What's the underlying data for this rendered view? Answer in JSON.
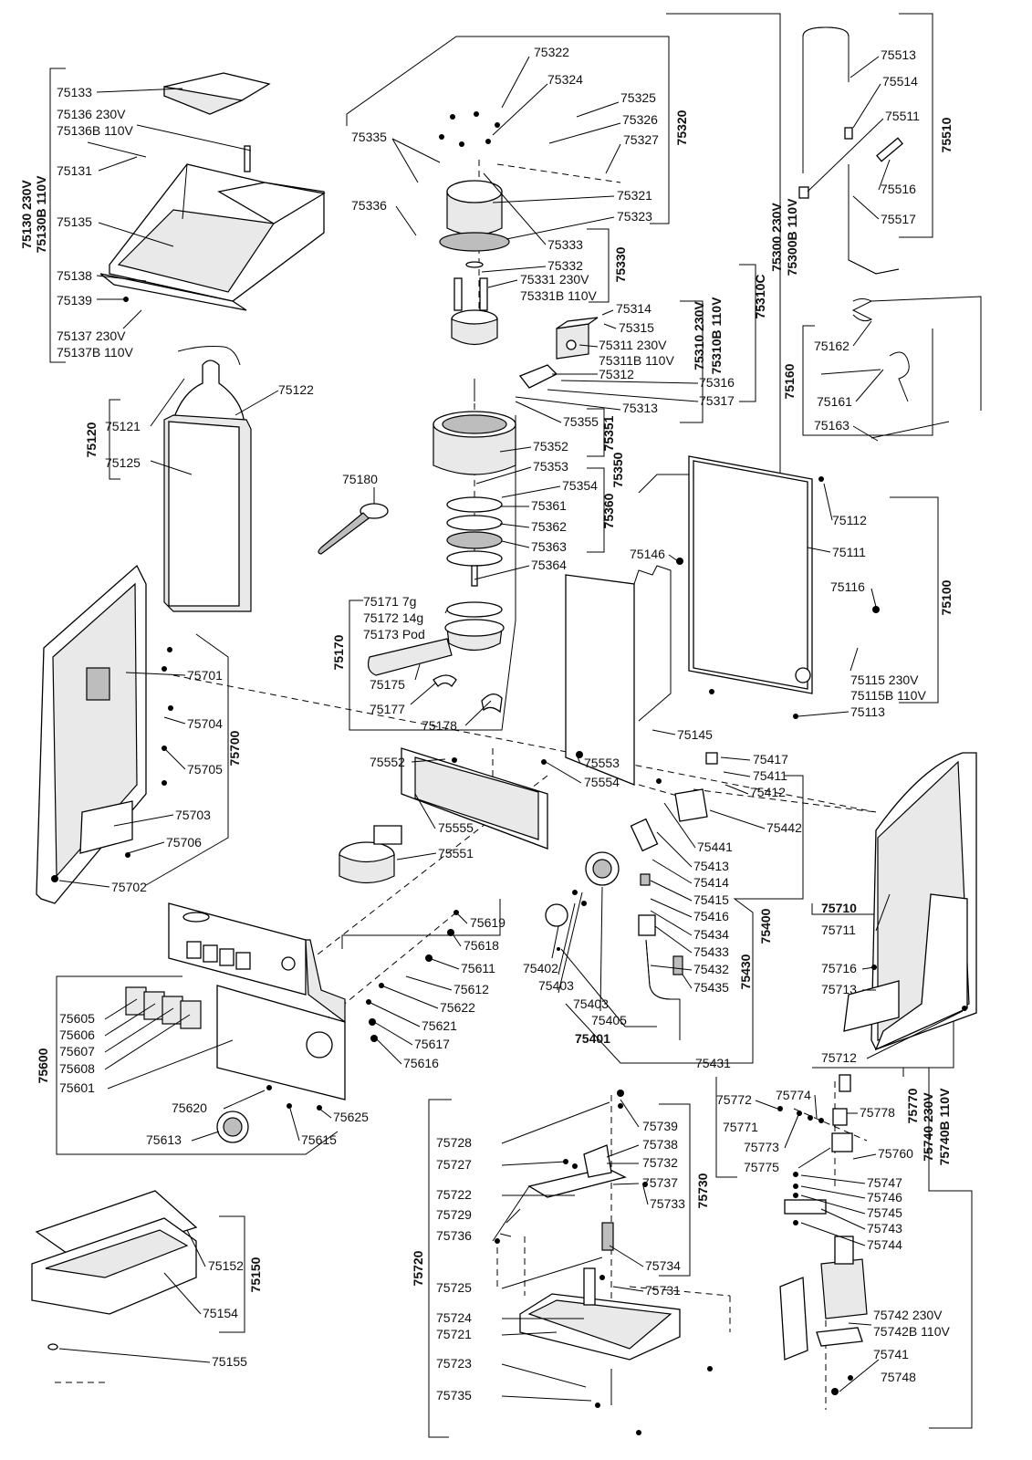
{
  "labels": [
    {
      "id": "75133",
      "text": "75133"
    },
    {
      "id": "75136",
      "text": "75136 230V"
    },
    {
      "id": "75136B",
      "text": "75136B 110V"
    },
    {
      "id": "75131",
      "text": "75131"
    },
    {
      "id": "75135",
      "text": "75135"
    },
    {
      "id": "75138",
      "text": "75138"
    },
    {
      "id": "75139",
      "text": "75139"
    },
    {
      "id": "75137",
      "text": "75137 230V"
    },
    {
      "id": "75137B",
      "text": "75137B 110V"
    },
    {
      "id": "75121",
      "text": "75121"
    },
    {
      "id": "75122",
      "text": "75122"
    },
    {
      "id": "75125",
      "text": "75125"
    },
    {
      "id": "75180",
      "text": "75180"
    },
    {
      "id": "75701",
      "text": "75701"
    },
    {
      "id": "75704",
      "text": "75704"
    },
    {
      "id": "75705",
      "text": "75705"
    },
    {
      "id": "75703",
      "text": "75703"
    },
    {
      "id": "75706",
      "text": "75706"
    },
    {
      "id": "75702",
      "text": "75702"
    },
    {
      "id": "75322",
      "text": "75322"
    },
    {
      "id": "75324",
      "text": "75324"
    },
    {
      "id": "75325",
      "text": "75325"
    },
    {
      "id": "75326",
      "text": "75326"
    },
    {
      "id": "75335",
      "text": "75335"
    },
    {
      "id": "75327",
      "text": "75327"
    },
    {
      "id": "75336",
      "text": "75336"
    },
    {
      "id": "75321",
      "text": "75321"
    },
    {
      "id": "75323",
      "text": "75323"
    },
    {
      "id": "75333",
      "text": "75333"
    },
    {
      "id": "75332",
      "text": "75332"
    },
    {
      "id": "75331",
      "text": "75331  230V"
    },
    {
      "id": "75331B",
      "text": "75331B 110V"
    },
    {
      "id": "75314",
      "text": "75314"
    },
    {
      "id": "75315",
      "text": "75315"
    },
    {
      "id": "75311",
      "text": "75311 230V"
    },
    {
      "id": "75311B",
      "text": "75311B 110V"
    },
    {
      "id": "75312",
      "text": "75312"
    },
    {
      "id": "75316",
      "text": "75316"
    },
    {
      "id": "75317",
      "text": "75317"
    },
    {
      "id": "75313",
      "text": "75313"
    },
    {
      "id": "75355",
      "text": "75355"
    },
    {
      "id": "75352",
      "text": "75352"
    },
    {
      "id": "75353",
      "text": "75353"
    },
    {
      "id": "75354",
      "text": "75354"
    },
    {
      "id": "75361",
      "text": "75361"
    },
    {
      "id": "75362",
      "text": "75362"
    },
    {
      "id": "75363",
      "text": "75363"
    },
    {
      "id": "75364",
      "text": "75364"
    },
    {
      "id": "75171",
      "text": "75171 7g"
    },
    {
      "id": "75172",
      "text": "75172 14g"
    },
    {
      "id": "75173",
      "text": "75173 Pod"
    },
    {
      "id": "75175",
      "text": "75175"
    },
    {
      "id": "75177",
      "text": "75177"
    },
    {
      "id": "75178",
      "text": "75178"
    },
    {
      "id": "75552",
      "text": "75552"
    },
    {
      "id": "75553",
      "text": "75553"
    },
    {
      "id": "75554",
      "text": "75554"
    },
    {
      "id": "75555",
      "text": "75555"
    },
    {
      "id": "75551",
      "text": "75551"
    },
    {
      "id": "75513",
      "text": "75513"
    },
    {
      "id": "75514",
      "text": "75514"
    },
    {
      "id": "75511",
      "text": "75511"
    },
    {
      "id": "75516",
      "text": "75516"
    },
    {
      "id": "75517",
      "text": "75517"
    },
    {
      "id": "75162",
      "text": "75162"
    },
    {
      "id": "75161",
      "text": "75161"
    },
    {
      "id": "75163",
      "text": "75163"
    },
    {
      "id": "75112",
      "text": "75112"
    },
    {
      "id": "75111",
      "text": "75111"
    },
    {
      "id": "75146",
      "text": "75146"
    },
    {
      "id": "75116",
      "text": "75116"
    },
    {
      "id": "75115",
      "text": "75115 230V"
    },
    {
      "id": "75115B",
      "text": "75115B 110V"
    },
    {
      "id": "75113",
      "text": "75113"
    },
    {
      "id": "75145",
      "text": "75145"
    },
    {
      "id": "75417",
      "text": "75417"
    },
    {
      "id": "75411",
      "text": "75411"
    },
    {
      "id": "75412",
      "text": "75412"
    },
    {
      "id": "75442",
      "text": "75442"
    },
    {
      "id": "75441",
      "text": "75441"
    },
    {
      "id": "75413",
      "text": "75413"
    },
    {
      "id": "75414",
      "text": "75414"
    },
    {
      "id": "75415",
      "text": "75415"
    },
    {
      "id": "75416",
      "text": "75416"
    },
    {
      "id": "75434",
      "text": "75434"
    },
    {
      "id": "75433",
      "text": "75433"
    },
    {
      "id": "75432",
      "text": "75432"
    },
    {
      "id": "75435",
      "text": "75435"
    },
    {
      "id": "75431",
      "text": "75431"
    },
    {
      "id": "75402",
      "text": "75402"
    },
    {
      "id": "75403a",
      "text": "75403"
    },
    {
      "id": "75403b",
      "text": "75403"
    },
    {
      "id": "75405",
      "text": "75405"
    },
    {
      "id": "75619",
      "text": "75619"
    },
    {
      "id": "75618",
      "text": "75618"
    },
    {
      "id": "75611",
      "text": "75611"
    },
    {
      "id": "75612",
      "text": "75612"
    },
    {
      "id": "75622",
      "text": "75622"
    },
    {
      "id": "75621",
      "text": "75621"
    },
    {
      "id": "75617",
      "text": "75617"
    },
    {
      "id": "75616",
      "text": "75616"
    },
    {
      "id": "75605",
      "text": "75605"
    },
    {
      "id": "75606",
      "text": "75606"
    },
    {
      "id": "75607",
      "text": "75607"
    },
    {
      "id": "75608",
      "text": "75608"
    },
    {
      "id": "75601",
      "text": "75601"
    },
    {
      "id": "75620",
      "text": "75620"
    },
    {
      "id": "75625",
      "text": "75625"
    },
    {
      "id": "75613",
      "text": "75613"
    },
    {
      "id": "75615",
      "text": "75615"
    },
    {
      "id": "75711",
      "text": "75711"
    },
    {
      "id": "75716",
      "text": "75716"
    },
    {
      "id": "75713",
      "text": "75713"
    },
    {
      "id": "75712",
      "text": "75712"
    },
    {
      "id": "75772",
      "text": "75772"
    },
    {
      "id": "75774",
      "text": "75774"
    },
    {
      "id": "75778",
      "text": "75778"
    },
    {
      "id": "75771",
      "text": "75771"
    },
    {
      "id": "75773",
      "text": "75773"
    },
    {
      "id": "75775",
      "text": "75775"
    },
    {
      "id": "75760",
      "text": "75760"
    },
    {
      "id": "75747",
      "text": "75747"
    },
    {
      "id": "75746",
      "text": "75746"
    },
    {
      "id": "75745",
      "text": "75745"
    },
    {
      "id": "75743",
      "text": "75743"
    },
    {
      "id": "75744",
      "text": "75744"
    },
    {
      "id": "75742",
      "text": "75742 230V"
    },
    {
      "id": "75742B",
      "text": "75742B 110V"
    },
    {
      "id": "75741",
      "text": "75741"
    },
    {
      "id": "75748",
      "text": "75748"
    },
    {
      "id": "75728",
      "text": "75728"
    },
    {
      "id": "75727",
      "text": "75727"
    },
    {
      "id": "75739",
      "text": "75739"
    },
    {
      "id": "75738",
      "text": "75738"
    },
    {
      "id": "75732",
      "text": "75732"
    },
    {
      "id": "75737",
      "text": "75737"
    },
    {
      "id": "75722",
      "text": "75722"
    },
    {
      "id": "75729",
      "text": "75729"
    },
    {
      "id": "75733",
      "text": "75733"
    },
    {
      "id": "75736",
      "text": "75736"
    },
    {
      "id": "75734",
      "text": "75734"
    },
    {
      "id": "75725",
      "text": "75725"
    },
    {
      "id": "75731",
      "text": "75731"
    },
    {
      "id": "75724",
      "text": "75724"
    },
    {
      "id": "75721",
      "text": "75721"
    },
    {
      "id": "75723",
      "text": "75723"
    },
    {
      "id": "75735",
      "text": "75735"
    },
    {
      "id": "75152",
      "text": "75152"
    },
    {
      "id": "75154",
      "text": "75154"
    },
    {
      "id": "75155",
      "text": "75155"
    }
  ],
  "groups": [
    {
      "id": "g75130",
      "text": "75130 230V"
    },
    {
      "id": "g75130B",
      "text": "75130B 110V"
    },
    {
      "id": "g75120",
      "text": "75120"
    },
    {
      "id": "g75700",
      "text": "75700"
    },
    {
      "id": "g75320",
      "text": "75320"
    },
    {
      "id": "g75330",
      "text": "75330"
    },
    {
      "id": "g75310",
      "text": "75310 230V"
    },
    {
      "id": "g75310B",
      "text": "75310B 110V"
    },
    {
      "id": "g75310C",
      "text": "75310C"
    },
    {
      "id": "g75351",
      "text": "75351"
    },
    {
      "id": "g75350",
      "text": "75350"
    },
    {
      "id": "g75360",
      "text": "75360"
    },
    {
      "id": "g75170",
      "text": "75170"
    },
    {
      "id": "g75300",
      "text": "75300 230V"
    },
    {
      "id": "g75300B",
      "text": "75300B 110V"
    },
    {
      "id": "g75510",
      "text": "75510"
    },
    {
      "id": "g75160",
      "text": "75160"
    },
    {
      "id": "g75100",
      "text": "75100"
    },
    {
      "id": "g75400",
      "text": "75400"
    },
    {
      "id": "g75430",
      "text": "75430"
    },
    {
      "id": "g75401",
      "text": "75401"
    },
    {
      "id": "g75600",
      "text": "75600"
    },
    {
      "id": "g75710",
      "text": "75710"
    },
    {
      "id": "g75770",
      "text": "75770"
    },
    {
      "id": "g75740",
      "text": "75740 230V"
    },
    {
      "id": "g75740B",
      "text": "75740B 110V"
    },
    {
      "id": "g75720",
      "text": "75720"
    },
    {
      "id": "g75730",
      "text": "75730"
    },
    {
      "id": "g75150",
      "text": "75150"
    }
  ]
}
